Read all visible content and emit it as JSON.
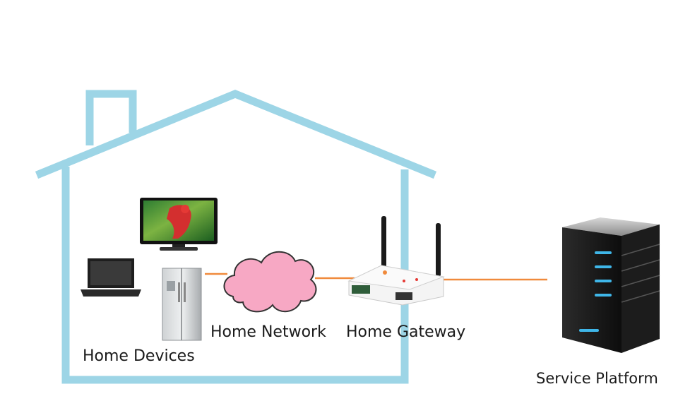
{
  "labels": {
    "home_devices": "Home Devices",
    "home_network": "Home Network",
    "home_gateway": "Home Gateway",
    "service_platform": "Service Platform"
  },
  "colors": {
    "house_outline": "#9dd5e6",
    "link_line": "#f08a3c",
    "cloud_fill": "#f7a8c4",
    "cloud_stroke": "#333333",
    "server_led": "#3fb6e8"
  },
  "icons": [
    "house-outline",
    "tv-icon",
    "laptop-icon",
    "refrigerator-icon",
    "cloud-icon",
    "router-icon",
    "server-icon"
  ]
}
